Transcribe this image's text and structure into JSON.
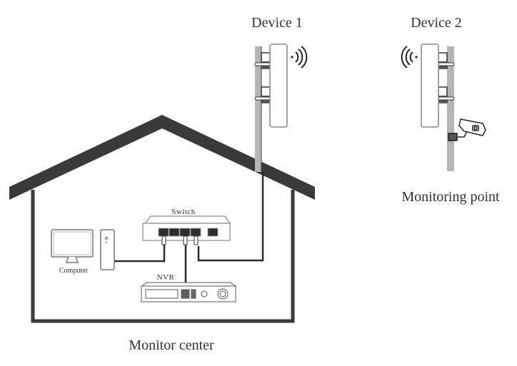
{
  "diagram": {
    "labels": {
      "device1": "Device 1",
      "device2": "Device 2",
      "monitoring_point": "Monitoring point",
      "monitor_center": "Monitor center",
      "switch": "Switch",
      "nvr": "NVR",
      "computer": "Computer"
    },
    "colors": {
      "house": "#3a3a3a",
      "pole": "#b5b5b5",
      "cable": "#2b2b2b",
      "device_outline": "#8a8a8a",
      "port": "#2e2e2e",
      "text": "#333333"
    },
    "nodes": [
      {
        "id": "device1",
        "type": "wireless-bridge",
        "location": "rooftop pole"
      },
      {
        "id": "device2",
        "type": "wireless-bridge",
        "location": "monitoring point pole"
      },
      {
        "id": "camera",
        "type": "cctv-camera",
        "location": "monitoring point pole"
      },
      {
        "id": "switch",
        "type": "network-switch",
        "ports": 5
      },
      {
        "id": "nvr",
        "type": "network-video-recorder"
      },
      {
        "id": "computer",
        "type": "desktop-computer"
      }
    ],
    "links": [
      {
        "from": "device1",
        "to": "switch",
        "kind": "cable"
      },
      {
        "from": "switch",
        "to": "nvr",
        "kind": "cable"
      },
      {
        "from": "switch",
        "to": "computer",
        "kind": "cable"
      },
      {
        "from": "device1",
        "to": "device2",
        "kind": "wireless"
      },
      {
        "from": "camera",
        "to": "device2",
        "kind": "mount"
      }
    ]
  }
}
